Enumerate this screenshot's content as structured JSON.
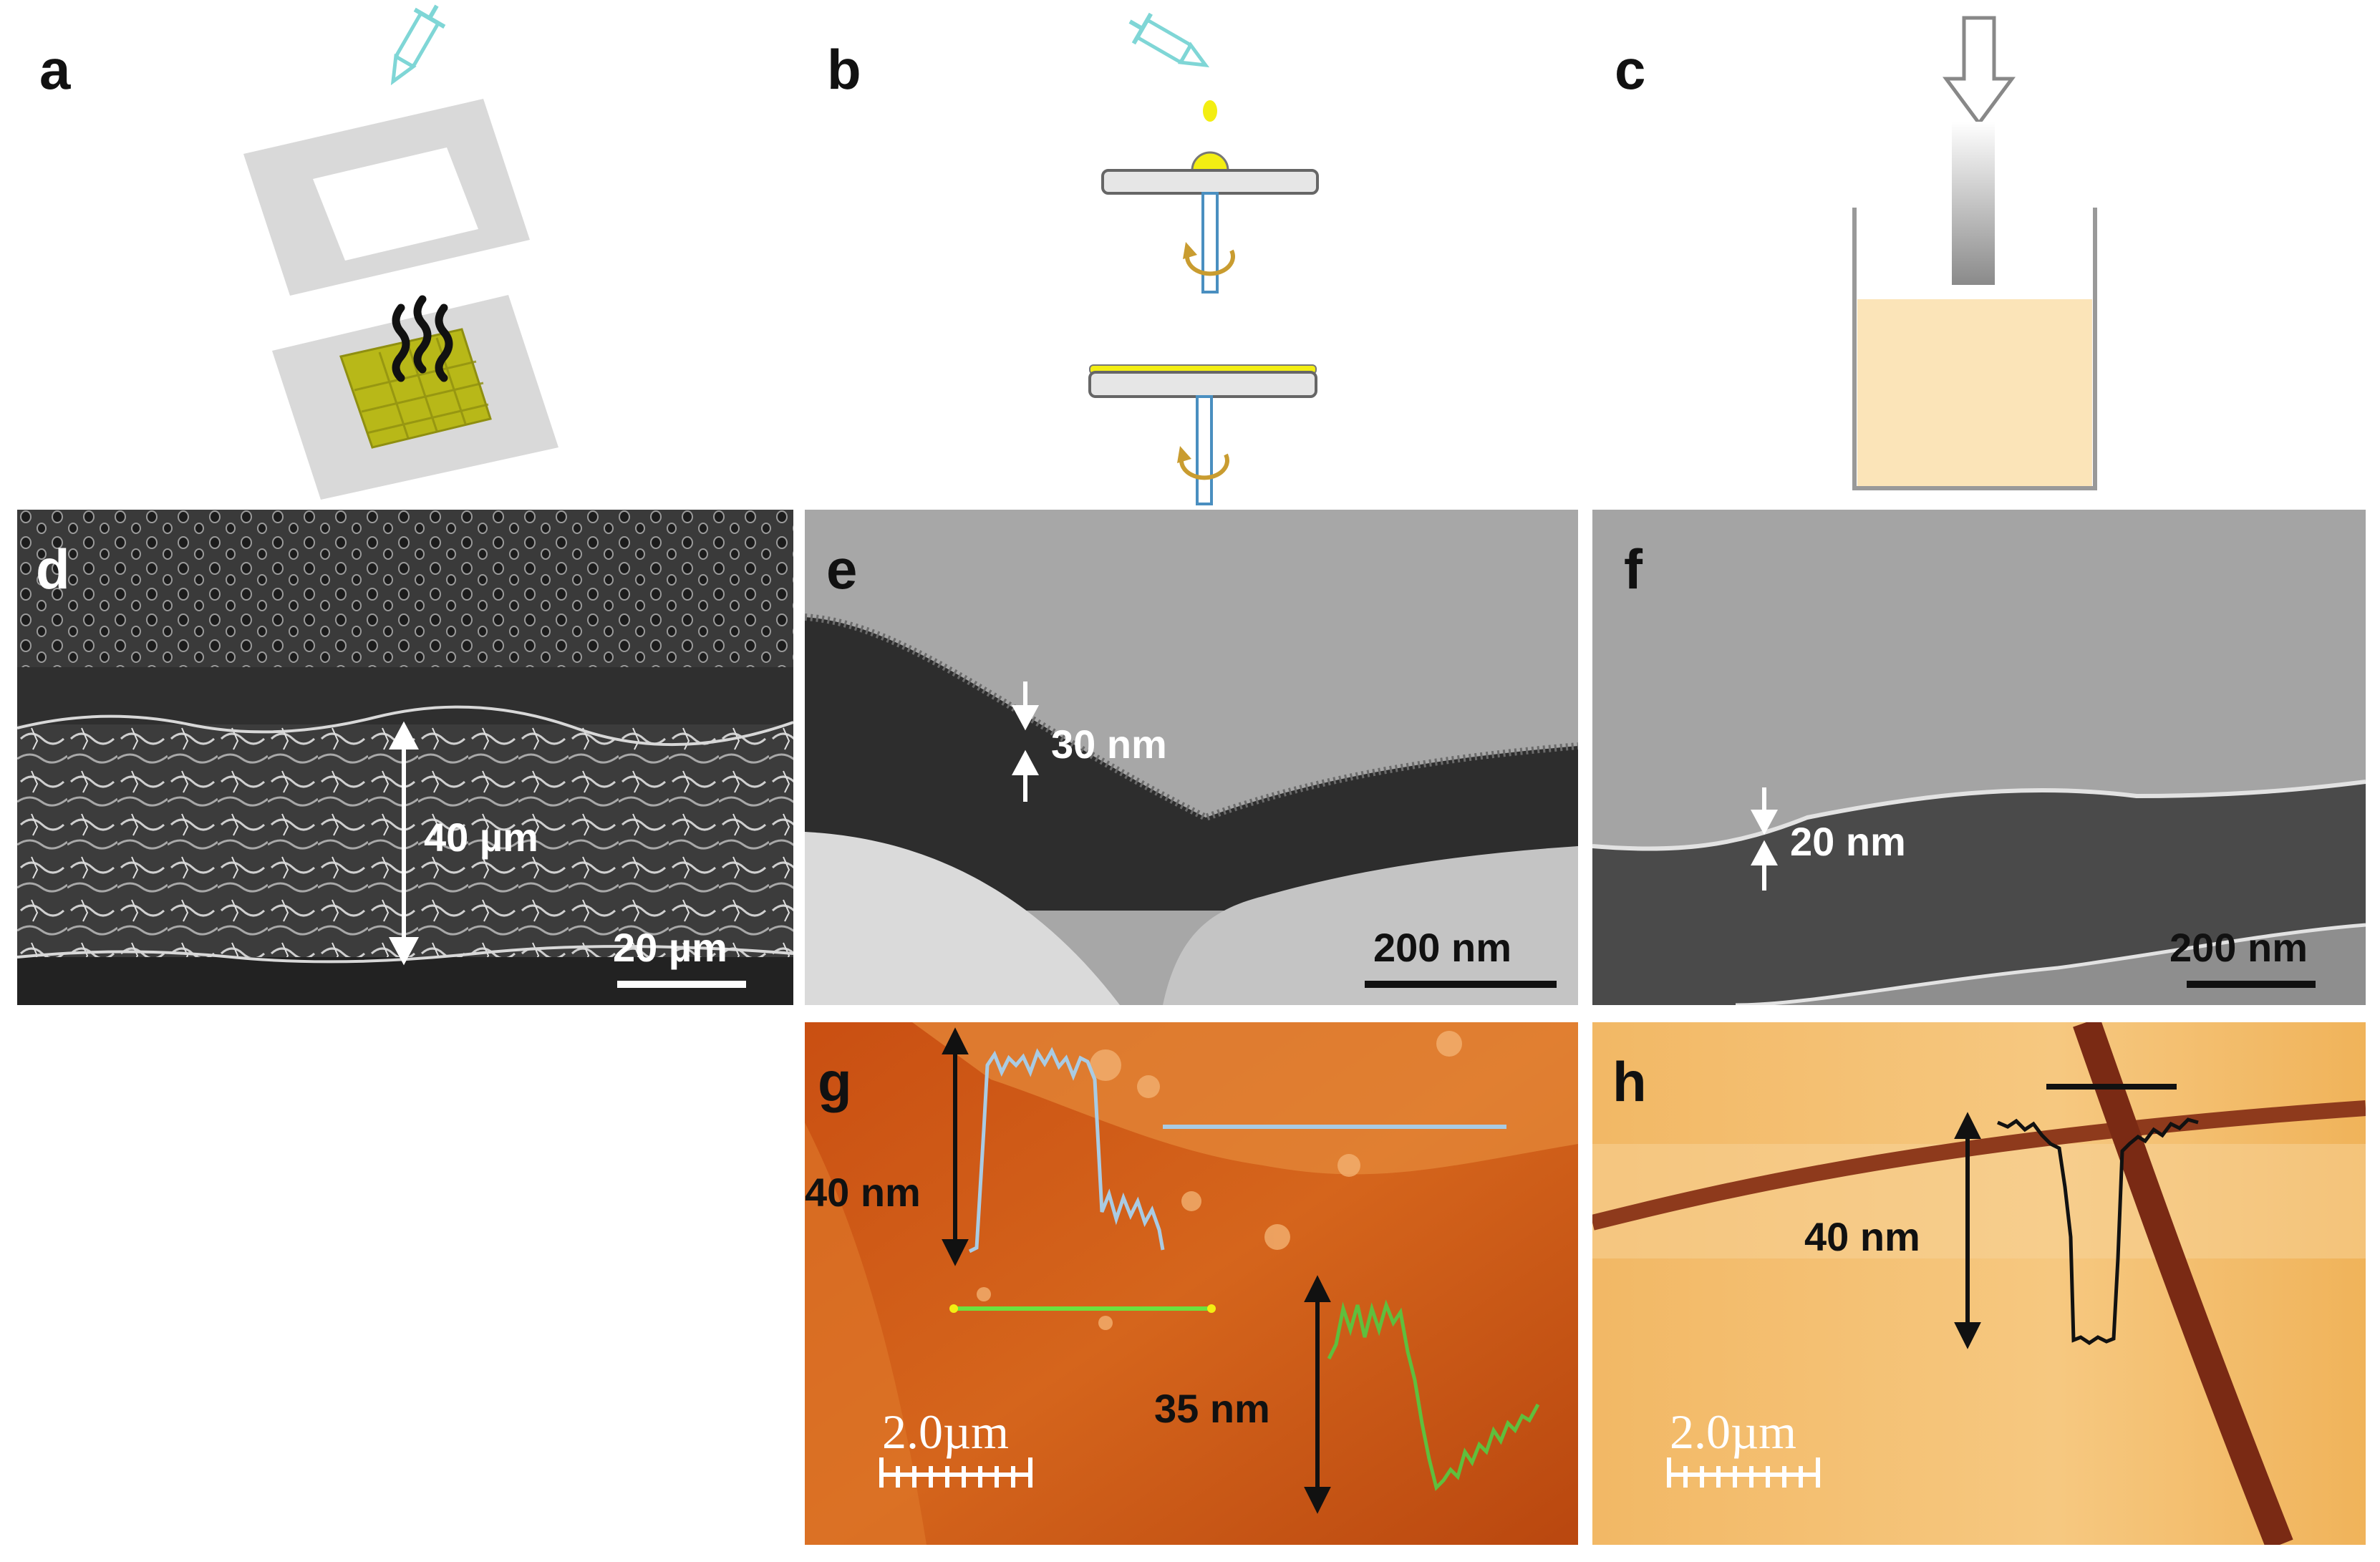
{
  "panels": {
    "a": {
      "letter": "a"
    },
    "b": {
      "letter": "b"
    },
    "c": {
      "letter": "c"
    },
    "d": {
      "letter": "d",
      "thickness": "40 µm",
      "scale_bar": "20 µm"
    },
    "e": {
      "letter": "e",
      "thickness": "30 nm",
      "scale_bar": "200 nm"
    },
    "f": {
      "letter": "f",
      "thickness": "20 nm",
      "scale_bar": "200 nm"
    },
    "g": {
      "letter": "g",
      "height_blue": "40 nm",
      "height_green": "35 nm",
      "scale_bar": "2.0µm"
    },
    "h": {
      "letter": "h",
      "height": "40 nm",
      "scale_bar": "2.0µm"
    }
  },
  "colors": {
    "film_yellow": "#f3ee12",
    "sem_dark": "#2e2e2e",
    "sem_light": "#b8b8b8",
    "afm_orange": "#d2601a",
    "afm_light": "#f0b35a",
    "profile_blue": "#a9cbe3",
    "profile_green": "#5fbf3d",
    "solution_beige": "#fbe4b8"
  },
  "icons": [
    "pipette-icon",
    "rotation-arrow-icon",
    "down-arrow-icon",
    "vapor-icon"
  ]
}
